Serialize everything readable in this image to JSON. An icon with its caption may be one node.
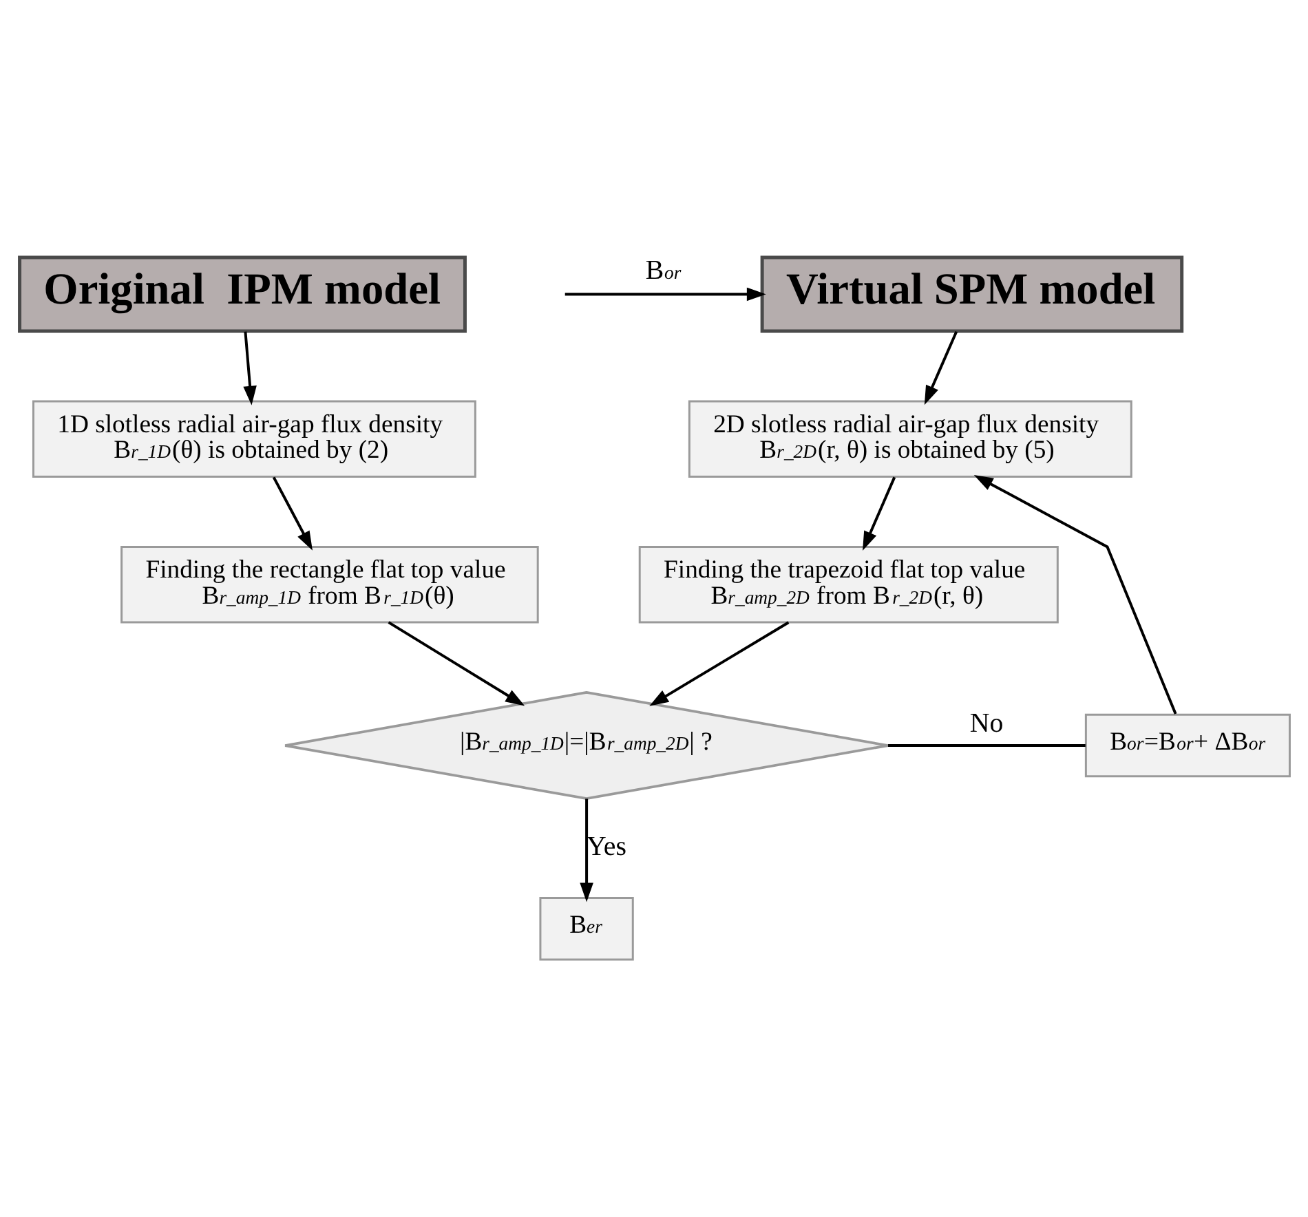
{
  "diagram": {
    "nodes": [
      {
        "text": [
          "Original  IPM model"
        ]
      },
      {
        "text": [
          "Virtual SPM model"
        ]
      },
      {
        "text": [
          "1D slotless radial air-gap flux density B$_{r_1D}$(θ) is obtained by (2)"
        ]
      },
      {
        "text": [
          "2D slotless radial air-gap flux density B$_{r_2D}$(r, θ) is obtained by (5)"
        ]
      },
      {
        "text": [
          "Finding the rectangle flat top value B$_{r_amp_1D}$ from B$_{r_1D}$(θ)"
        ]
      },
      {
        "text": [
          "Finding the trapezoid flat top value B$_{r_amp_2D}$ from B$_{r_2D}$(r, θ)"
        ]
      },
      {
        "text": [
          "|B$_{r_amp_1D}$|=|B$_{r_amp_2D}$| ?"
        ]
      },
      {
        "text": [
          "B$_{or}$=B$_{or}$+ ΔB$_{or}$"
        ]
      },
      {
        "text": [
          "B$_{er}$"
        ]
      }
    ],
    "edges": [
      {
        "from": null,
        "to": 1,
        "arrow": "to",
        "label": "B$_{or}$"
      },
      {
        "from": 0,
        "to": 2,
        "arrow": "to"
      },
      {
        "from": 1,
        "to": 3,
        "arrow": "to"
      },
      {
        "from": 2,
        "to": 4,
        "arrow": "to"
      },
      {
        "from": 3,
        "to": 5,
        "arrow": "to"
      },
      {
        "from": 4,
        "to": 6,
        "arrow": "to"
      },
      {
        "from": 5,
        "to": 6,
        "arrow": "to"
      },
      {
        "from": 6,
        "to": 7,
        "arrow": "none",
        "label": "No"
      },
      {
        "from": 7,
        "to": 3,
        "arrow": "to"
      },
      {
        "from": 6,
        "to": 8,
        "arrow": "to",
        "label": "Yes"
      }
    ]
  }
}
